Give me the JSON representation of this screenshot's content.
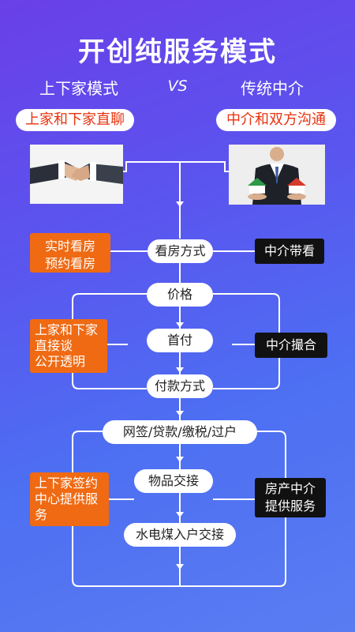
{
  "title": "开创纯服务模式",
  "left_heading": "上下家模式",
  "vs": "VS",
  "right_heading": "传统中介",
  "left_tag": "上家和下家直聊",
  "right_tag": "中介和双方沟通",
  "steps": {
    "viewing": "看房方式",
    "price": "价格",
    "down_payment": "首付",
    "payment": "付款方式",
    "contract": "网签/贷款/缴税/过户",
    "handover": "物品交接",
    "utilities": "水电煤入户交接"
  },
  "left_notes": {
    "viewing": [
      "实时看房",
      "预约看房"
    ],
    "negotiation": [
      "上家和下家",
      "直接谈",
      "公开透明"
    ],
    "signing": [
      "上下家签约",
      "中心提供服",
      "务"
    ]
  },
  "right_notes": {
    "viewing": "中介带看",
    "negotiation": "中介撮合",
    "signing": [
      "房产中介",
      "提供服务"
    ]
  },
  "icons": {
    "left_photo": "handshake-photo",
    "right_photo": "agent-holding-houses-photo"
  },
  "colors": {
    "orange": "#ef6a13",
    "red_text": "#e8320e",
    "black_box": "#111111"
  }
}
